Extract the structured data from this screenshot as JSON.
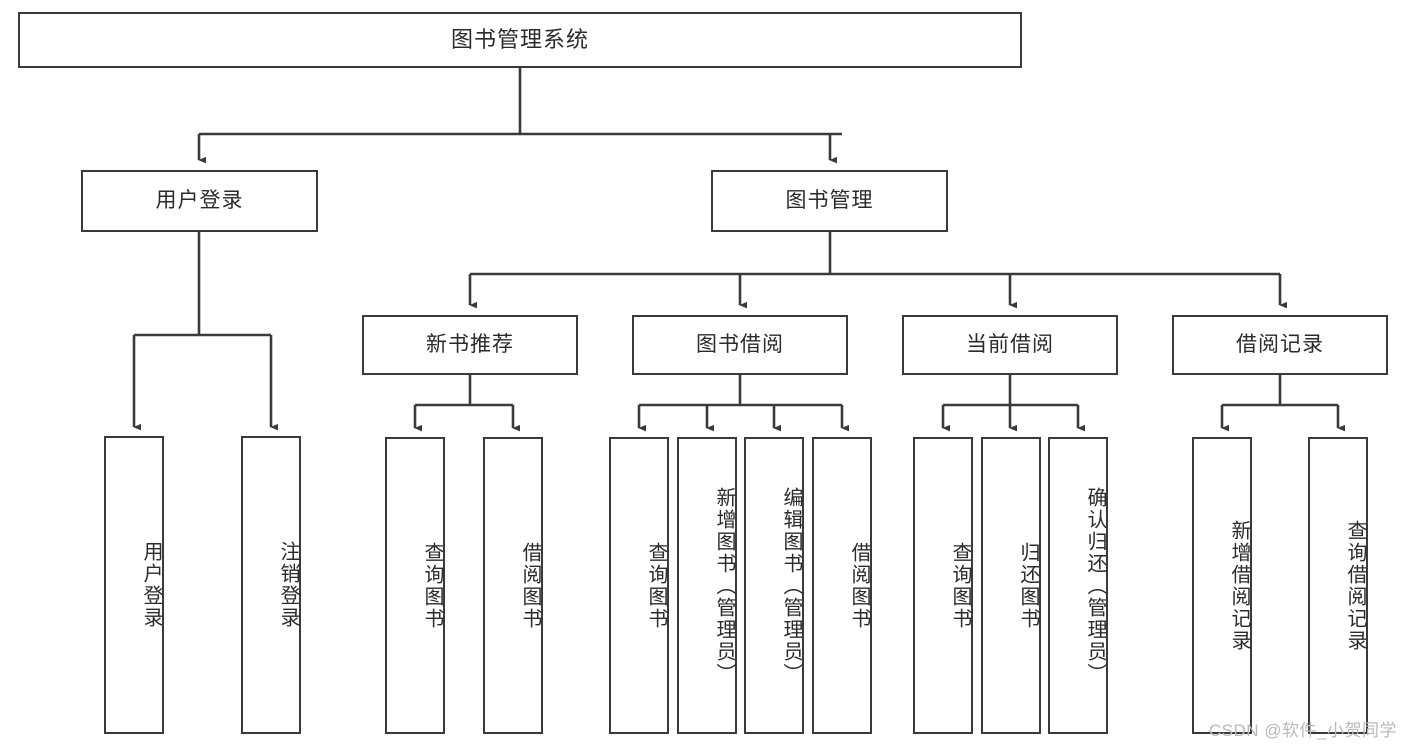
{
  "diagram": {
    "title": "图书管理系统",
    "watermark": "CSDN @软件_小贺同学",
    "colors": {
      "stroke": "#3a3a3a",
      "fill": "#ffffff",
      "text": "#2b2b2b",
      "watermark": "#b9b9b9"
    },
    "levels": {
      "root": {
        "label": "图书管理系统"
      },
      "level2": [
        {
          "label": "用户登录"
        },
        {
          "label": "图书管理"
        }
      ],
      "level3": [
        {
          "label": "新书推荐"
        },
        {
          "label": "图书借阅"
        },
        {
          "label": "当前借阅"
        },
        {
          "label": "借阅记录"
        }
      ],
      "leaves": [
        {
          "label": "用户登录",
          "parent": "用户登录"
        },
        {
          "label": "注销登录",
          "parent": "用户登录"
        },
        {
          "label": "查询图书",
          "parent": "新书推荐"
        },
        {
          "label": "借阅图书",
          "parent": "新书推荐"
        },
        {
          "label": "查询图书",
          "parent": "图书借阅"
        },
        {
          "label": "新增图书（管理员）",
          "parent": "图书借阅"
        },
        {
          "label": "编辑图书（管理员）",
          "parent": "图书借阅"
        },
        {
          "label": "借阅图书",
          "parent": "图书借阅"
        },
        {
          "label": "查询图书",
          "parent": "当前借阅"
        },
        {
          "label": "归还图书",
          "parent": "当前借阅"
        },
        {
          "label": "确认归还（管理员）",
          "parent": "当前借阅"
        },
        {
          "label": "新增借阅记录",
          "parent": "借阅记录"
        },
        {
          "label": "查询借阅记录",
          "parent": "借阅记录"
        }
      ]
    }
  }
}
